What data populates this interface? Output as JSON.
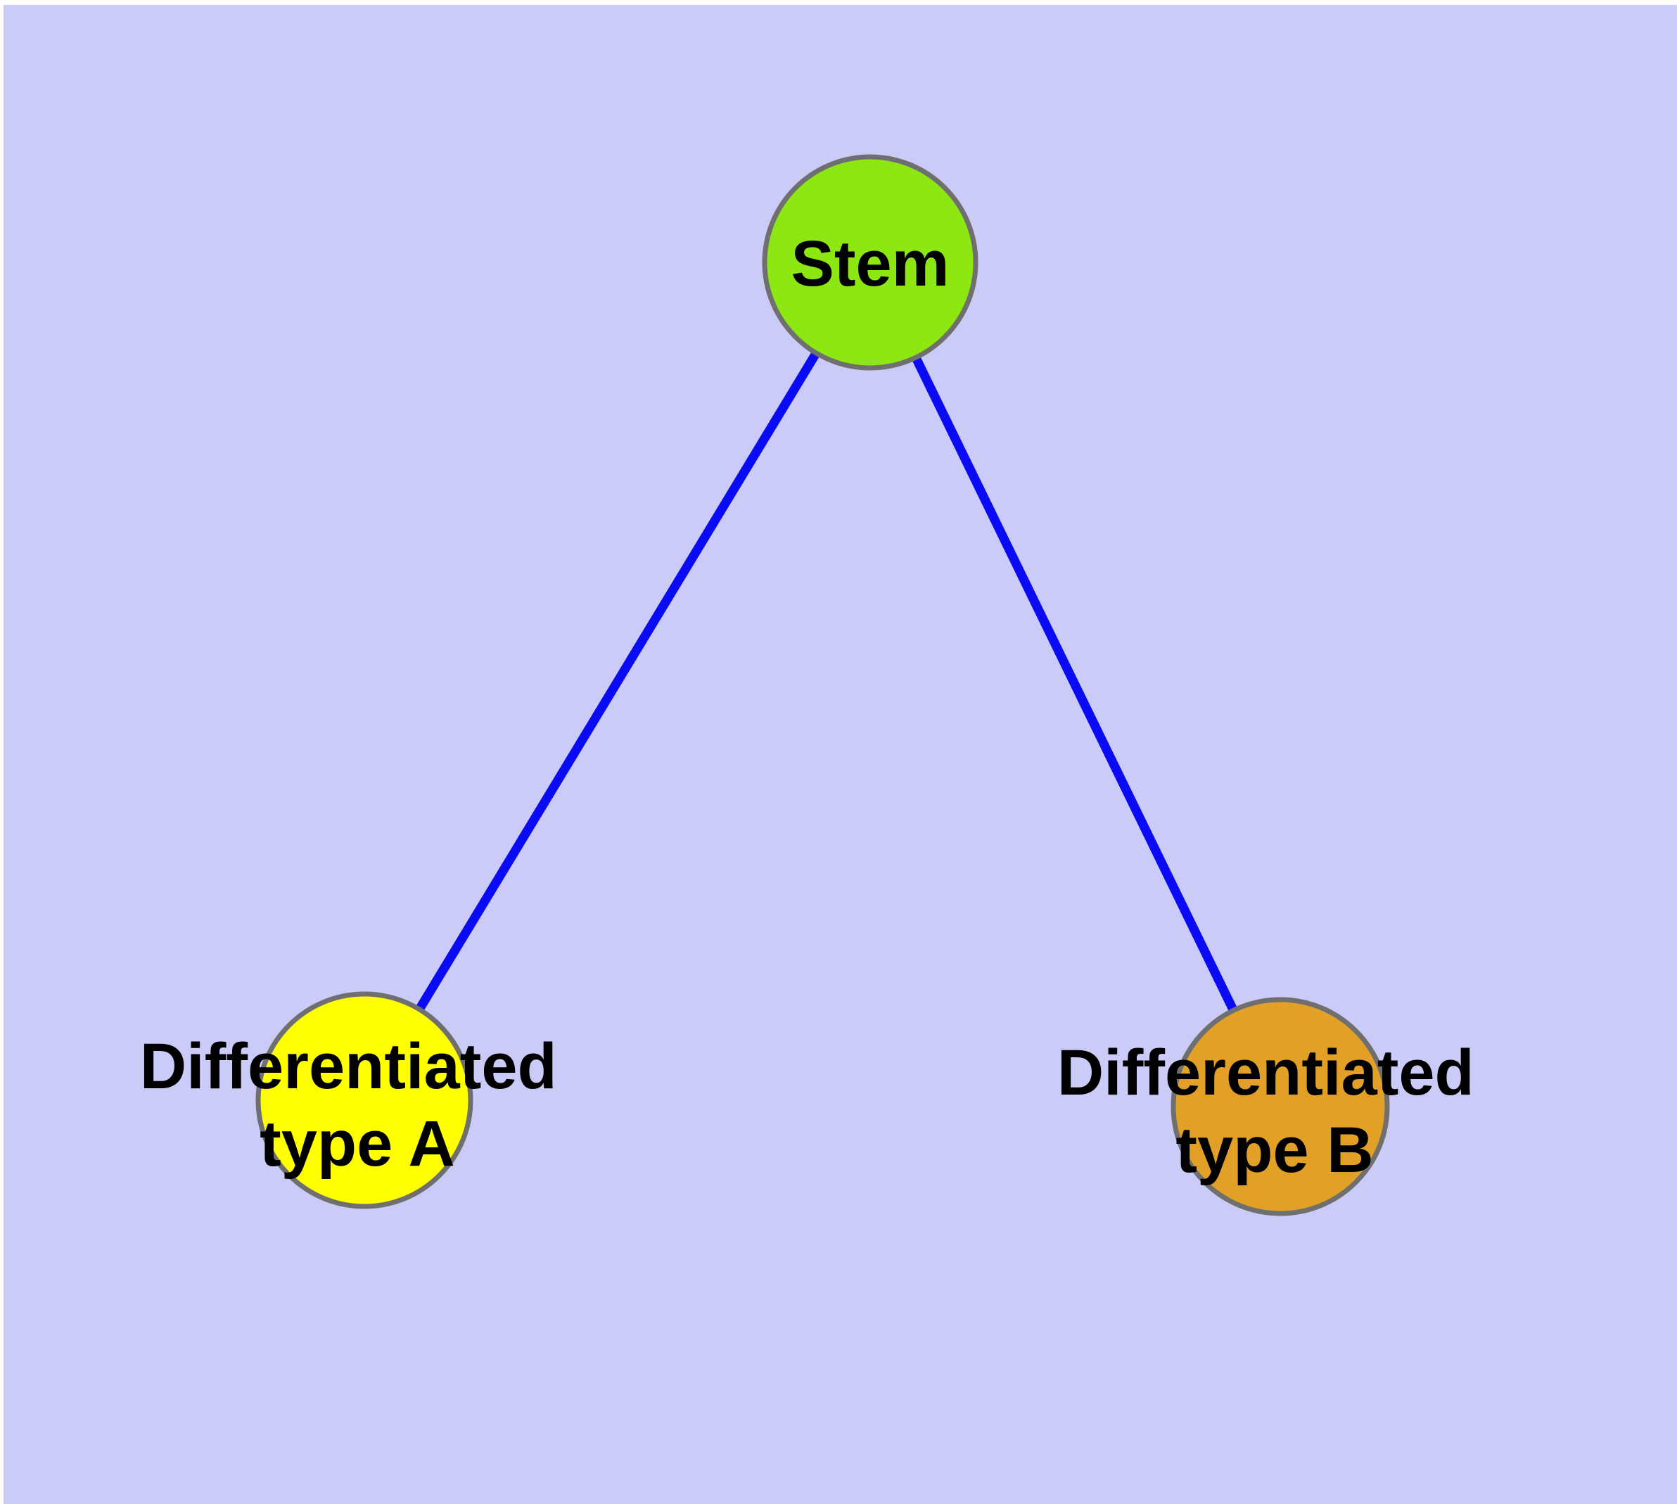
{
  "diagram": {
    "type": "node-link-graph",
    "background_color": "#CBCBF8",
    "page_edge_color": "#FFFFFF",
    "node_border_color": "#6F6F6F",
    "label_color": "#000000",
    "nodes": [
      {
        "id": "stem",
        "label": "Stem",
        "lines": [
          "Stem"
        ],
        "fill": "#8DE712"
      },
      {
        "id": "differentiated-type-a",
        "label": "Differentiated type A",
        "lines": [
          "Differentiated",
          "type A"
        ],
        "fill": "#FFFF00"
      },
      {
        "id": "differentiated-type-b",
        "label": "Differentiated type B",
        "lines": [
          "Differentiated",
          "type B"
        ],
        "fill": "#E2A126"
      }
    ],
    "edges": [
      {
        "from": "stem",
        "to": "differentiated-type-a",
        "color": "#0A0AF5"
      },
      {
        "from": "stem",
        "to": "differentiated-type-b",
        "color": "#0A0AF5"
      }
    ]
  }
}
